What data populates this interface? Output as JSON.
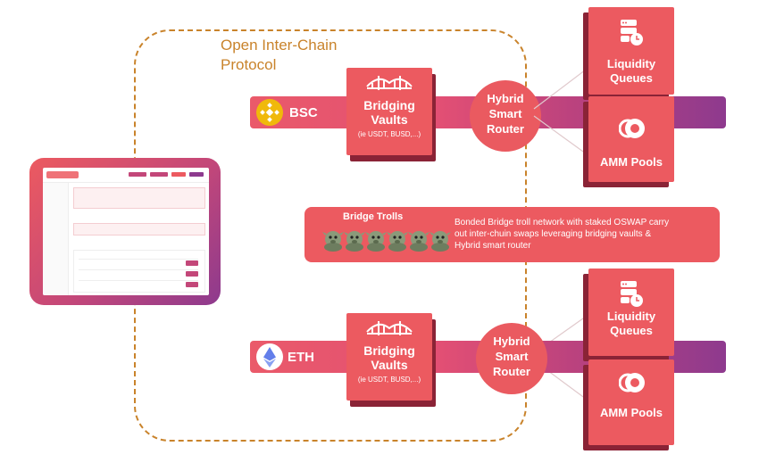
{
  "protocol": {
    "title_line1": "Open Inter-Chain",
    "title_line2": "Protocol"
  },
  "chains": [
    {
      "name": "BSC",
      "color": "#f0b90b",
      "icon": "bnb-icon"
    },
    {
      "name": "ETH",
      "color": "#627eea",
      "icon": "ethereum-icon"
    }
  ],
  "bridging_vaults": {
    "title_line1": "Bridging",
    "title_line2": "Vaults",
    "subtitle": "(ie USDT, BUSD,...)",
    "icon": "bridge-icon"
  },
  "router": {
    "line1": "Hybrid",
    "line2": "Smart",
    "line3": "Router"
  },
  "liquidity_queues": {
    "line1": "Liquidity",
    "line2": "Queues",
    "icon": "queue-icon"
  },
  "amm_pools": {
    "label": "AMM Pools",
    "icon": "pool-icon"
  },
  "bridge_trolls": {
    "title": "Bridge Trolls",
    "description_line1": "Bonded Bridge troll network with staked OSWAP carry",
    "description_line2": "out inter-chuin swaps leveraging bridging vaults &",
    "description_line3": "Hybrid smart router",
    "troll_count": 6,
    "icon": "troll-icon"
  },
  "colors": {
    "accent": "#ec5a60",
    "dark_card": "#8a2336",
    "boundary": "#c9832b",
    "purple": "#8e3a8e"
  }
}
